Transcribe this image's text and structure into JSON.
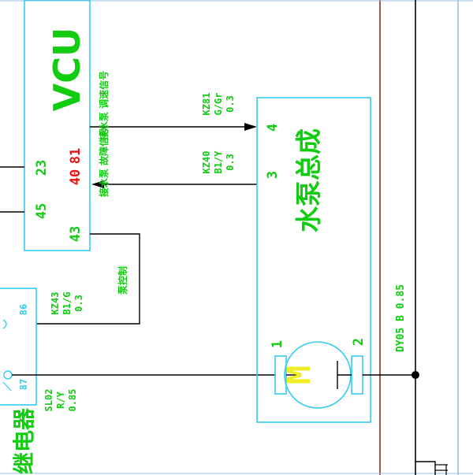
{
  "colors": {
    "box": "#33ccee",
    "wire": "#000000",
    "label_green": "#11cc11",
    "pin_red": "#ee1111",
    "frame_red": "#882222",
    "motor_yellow": "#eeee22",
    "frame_blue": "#99bbdd"
  },
  "vcu": {
    "title": "VCU",
    "pin_23": "23",
    "pin_40": "40",
    "pin_81": "81",
    "pin_45": "45",
    "pin_43": "43"
  },
  "pump": {
    "title": "水泵总成",
    "pin_4": "4",
    "pin_3": "3",
    "pin_1": "1",
    "pin_2": "2",
    "motor_letter": "M"
  },
  "wires": {
    "speed_signal": {
      "desc": "接水泵 调速信号",
      "code": "KZ81",
      "color": "G/Gr",
      "size": "0.3"
    },
    "fault_signal": {
      "desc": "接水泵 故障信号",
      "code": "KZ40",
      "color": "B1/Y",
      "size": "0.3"
    },
    "pump_control": {
      "desc": "泵控制"
    },
    "relay_line": {
      "code": "KZ43",
      "color": "B1/G",
      "size": "0.3"
    },
    "power_line": {
      "code": "SL02",
      "color": "R/Y",
      "size": "0.85"
    },
    "ground_line": {
      "label": "DY05 B 0.85"
    }
  },
  "relay": {
    "pin_86": "86",
    "pin_87": "87",
    "partial_label": "继电器"
  }
}
